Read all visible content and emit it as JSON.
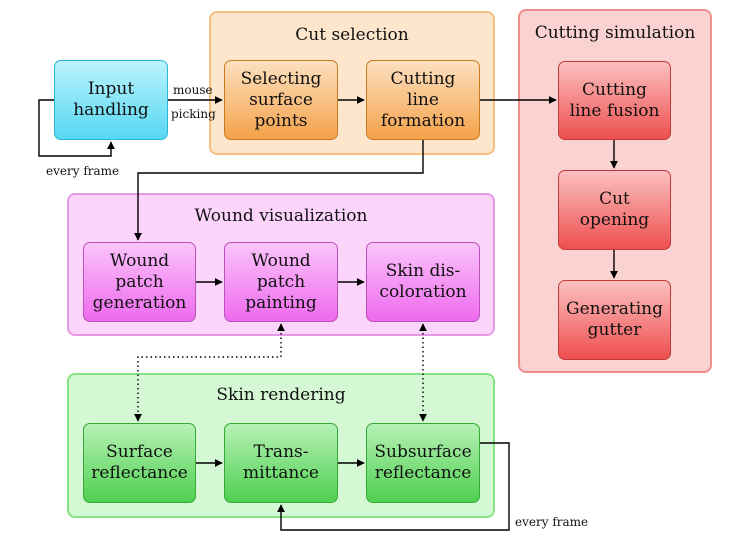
{
  "groups": {
    "cut_selection": "Cut selection",
    "cutting_simulation": "Cutting simulation",
    "wound_visualization": "Wound visualization",
    "skin_rendering": "Skin rendering"
  },
  "nodes": {
    "input_handling": "Input\nhandling",
    "selecting_surface_points": "Selecting\nsurface\npoints",
    "cutting_line_formation": "Cutting\nline\nformation",
    "cutting_line_fusion": "Cutting\nline fusion",
    "cut_opening": "Cut\nopening",
    "generating_gutter": "Generating\ngutter",
    "wound_patch_generation": "Wound\npatch\ngeneration",
    "wound_patch_painting": "Wound\npatch\npainting",
    "skin_discoloration": "Skin dis-\ncoloration",
    "surface_reflectance": "Surface\nreflectance",
    "transmittance": "Trans-\nmittance",
    "subsurface_reflectance": "Subsurface\nreflectance"
  },
  "labels": {
    "mouse": "mouse",
    "picking": "picking",
    "every_frame_input": "every frame",
    "every_frame_render": "every frame"
  },
  "colors": {
    "orange": "#f5a44a",
    "red": "#ef6464",
    "magenta": "#e88ae8",
    "green": "#6fd86f",
    "cyan": "#4fd3ee"
  }
}
